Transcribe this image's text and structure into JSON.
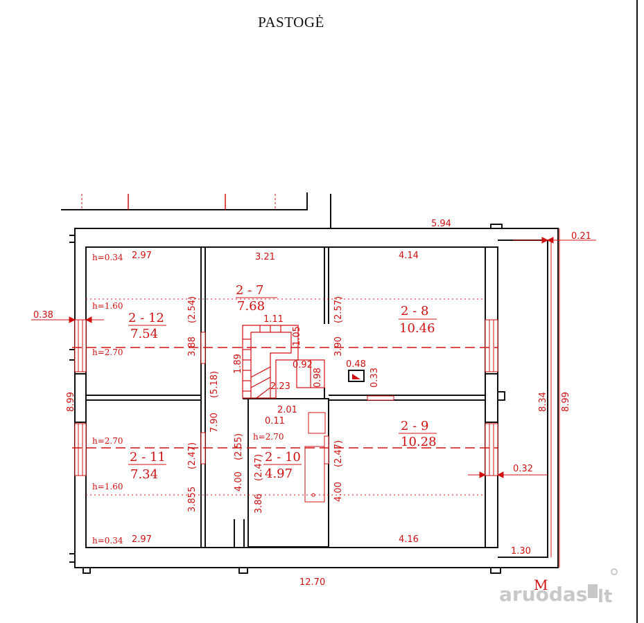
{
  "title": "PASTOGĖ",
  "rooms": {
    "r212": {
      "id": "2 - 12",
      "area": "7.54"
    },
    "r27": {
      "id": "2 - 7",
      "area": "7.68"
    },
    "r28": {
      "id": "2 - 8",
      "area": "10.46"
    },
    "r211": {
      "id": "2 - 11",
      "area": "7.34"
    },
    "r210": {
      "id": "2 - 10",
      "area": "4.97"
    },
    "r29": {
      "id": "2 - 9",
      "area": "10.28"
    }
  },
  "heights": {
    "h034": "h=0.34",
    "h160": "h=1.60",
    "h270": "h=2.70"
  },
  "dims": {
    "top_594": "5.94",
    "right_021": "0.21",
    "left_038": "0.38",
    "w297a": "2.97",
    "w321": "3.21",
    "w414": "4.14",
    "v388": "3.88",
    "v254": "(2.54)",
    "v257": "(2.57)",
    "v390": "3.90",
    "s111": "1.11",
    "s105": "1.05",
    "s189": "1.89",
    "s092": "0.92",
    "s098": "0.98",
    "s223": "2.23",
    "c048": "0.48",
    "c033": "0.33",
    "left_899": "8.99",
    "v790": "7.90",
    "v518": "(5.18)",
    "w201": "2.01",
    "w011": "0.11",
    "h270b": "h=2.70",
    "v3855": "3.855",
    "v247a": "(2.47)",
    "v400a": "4.00",
    "v255": "(2.55)",
    "v247b": "(2.47)",
    "v386": "3.86",
    "v400b": "4.00",
    "v247c": "(2.47)",
    "r032": "0.32",
    "w297b": "2.97",
    "w416": "4.16",
    "w130": "1.30",
    "bottom_1270": "12.70",
    "right_834": "8.34",
    "right_899": "8.99"
  },
  "compass": "M",
  "watermark": {
    "main": "aruodas",
    "suffix": "lt"
  }
}
